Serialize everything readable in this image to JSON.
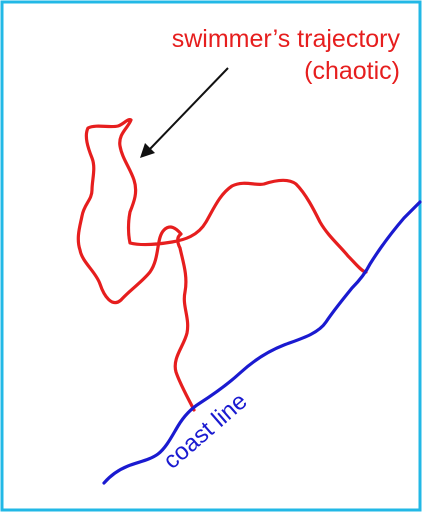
{
  "labels": {
    "trajectory_line1": "swimmer’s trajectory",
    "trajectory_line2": "(chaotic)",
    "coast": "coast line"
  },
  "colors": {
    "frame": "#22b8e6",
    "trajectory": "#e61e1e",
    "coast": "#1a1ad0",
    "arrow": "#111111",
    "background": "#ffffff"
  }
}
